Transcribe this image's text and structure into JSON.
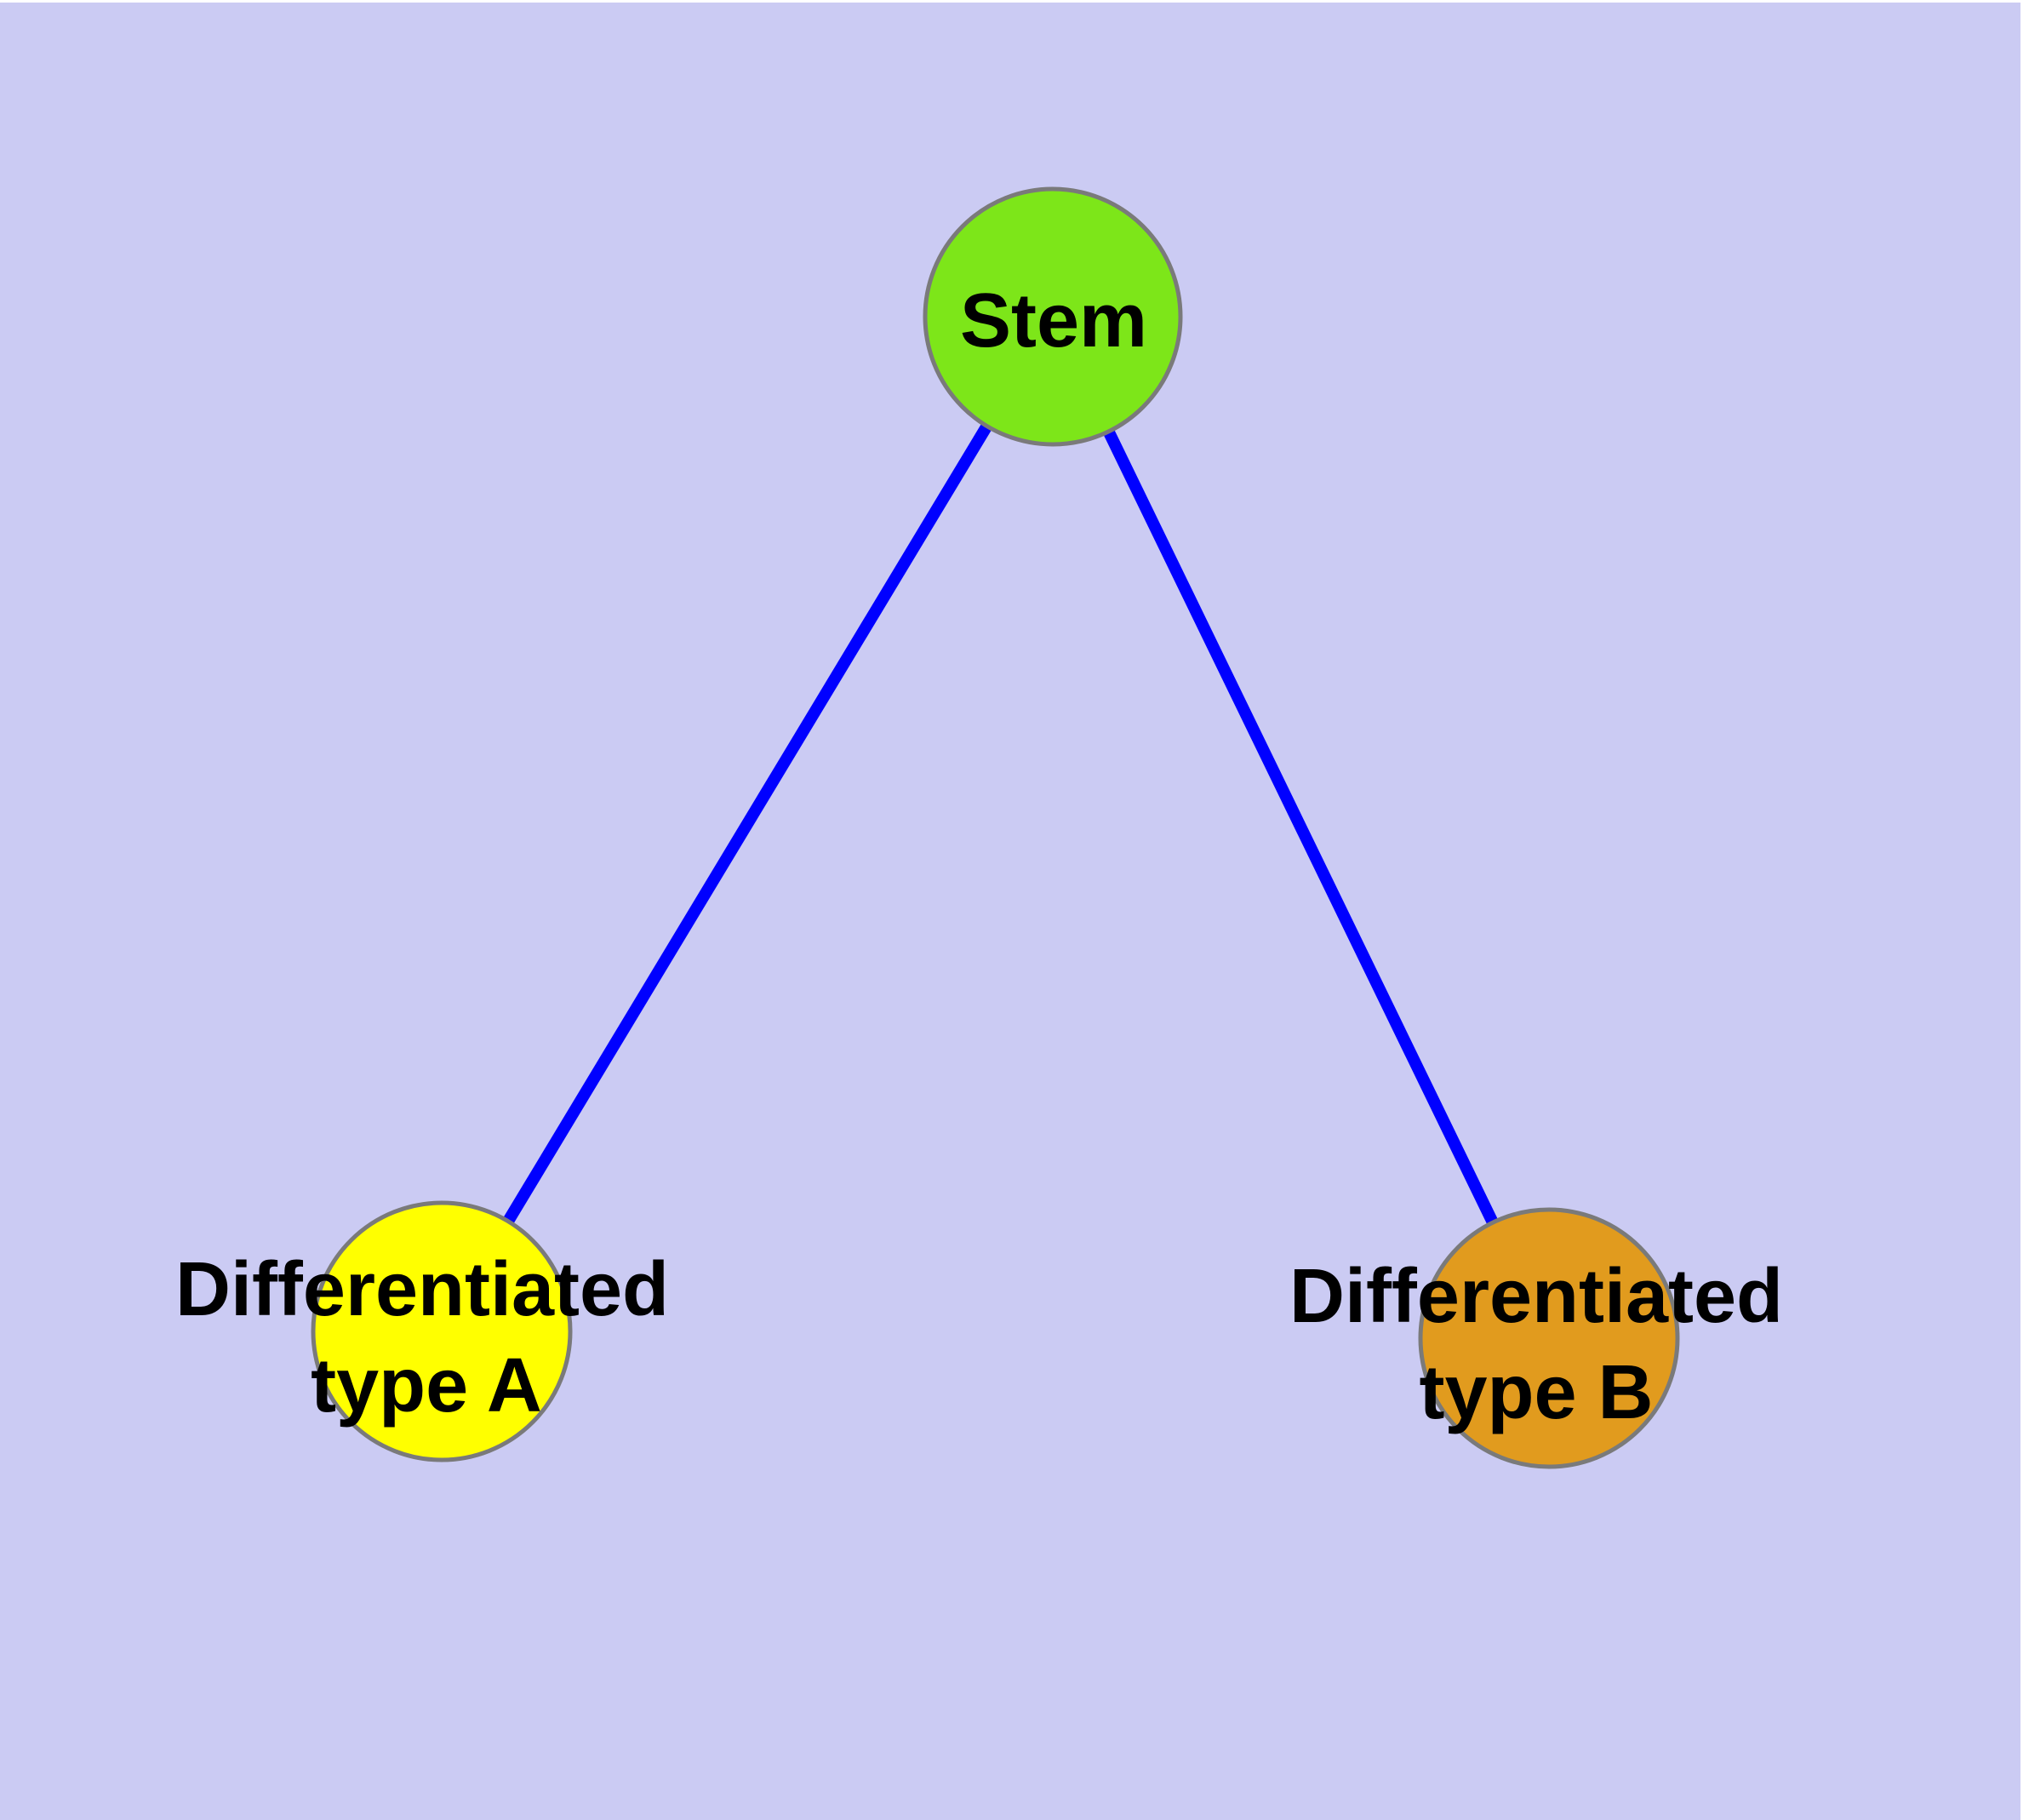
{
  "diagram": {
    "background_color": "#CBCBF3",
    "margin_color": "#FFFFFF",
    "edge_color": "#0000FF",
    "node_border_color": "#7A7A7A",
    "text_color": "#000000",
    "nodes": [
      {
        "id": "stem",
        "label": "Stem",
        "lines": [
          "Stem"
        ],
        "fill": "#7DE619"
      },
      {
        "id": "differentiated-type-a",
        "label": "Differentiated type A",
        "lines": [
          "Differentiated",
          "type A"
        ],
        "fill": "#FFFF00"
      },
      {
        "id": "differentiated-type-b",
        "label": "Differentiated type B",
        "lines": [
          "Differentiated",
          "type B"
        ],
        "fill": "#E19B1E"
      }
    ],
    "edges": [
      {
        "from": "stem",
        "to": "differentiated-type-a"
      },
      {
        "from": "stem",
        "to": "differentiated-type-b"
      }
    ]
  }
}
